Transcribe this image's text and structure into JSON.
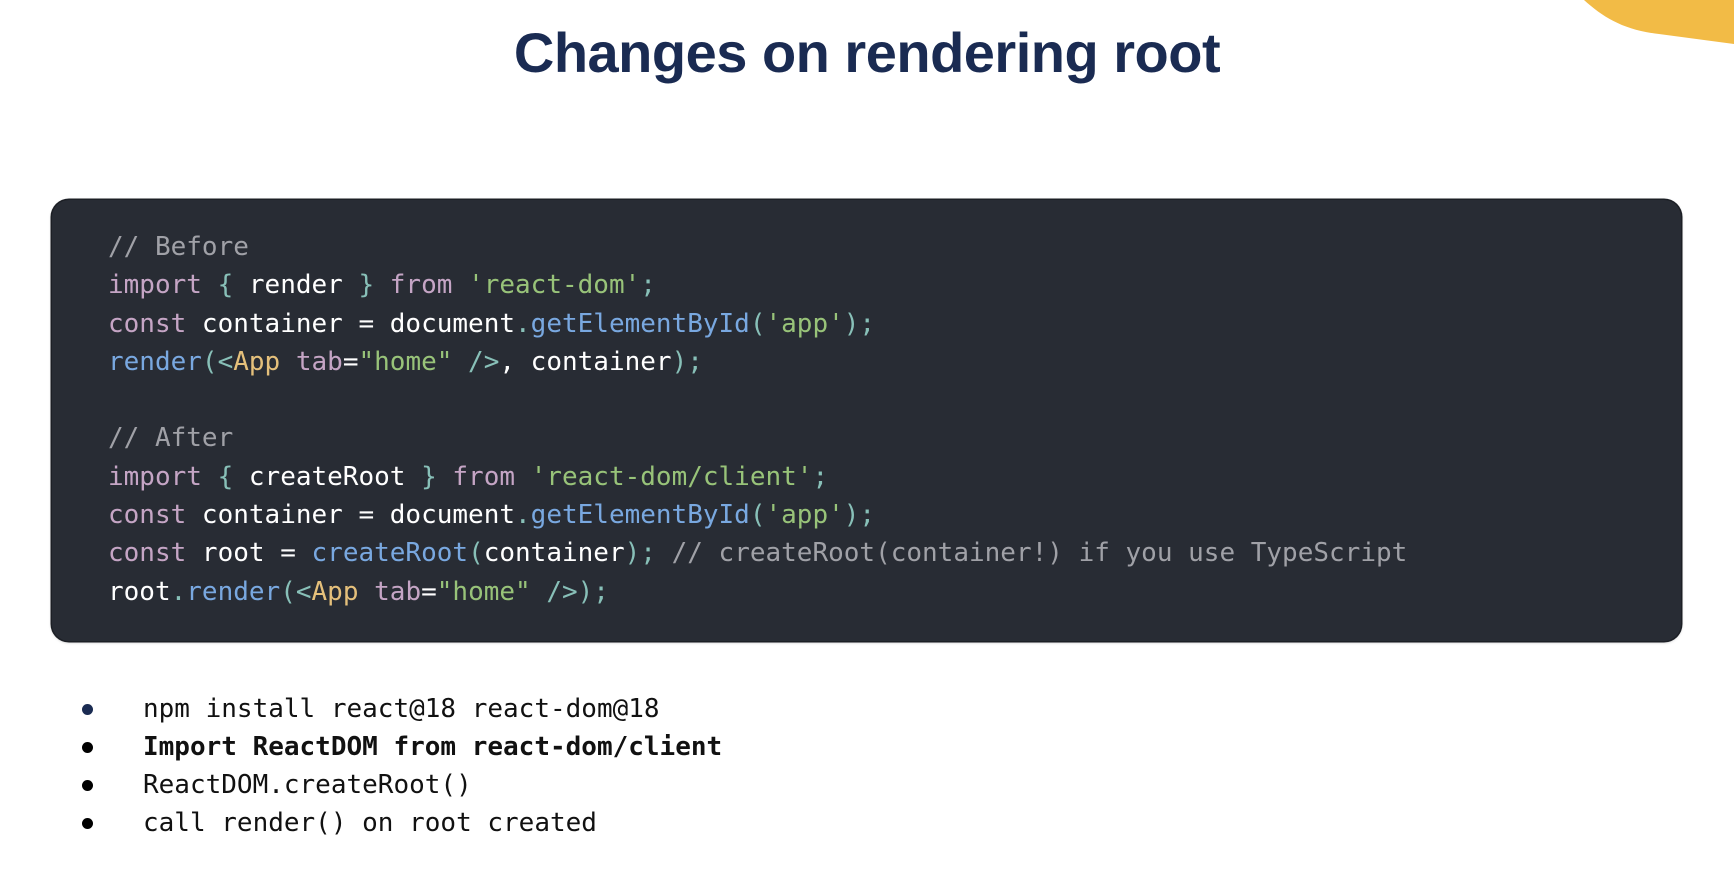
{
  "slide": {
    "title": "Changes on rendering root",
    "accent_color": "#f2bb46",
    "title_color": "#1a2b52"
  },
  "code_block": {
    "background": "#282c34",
    "lines": [
      [
        {
          "t": "// Before",
          "c": "comment"
        }
      ],
      [
        {
          "t": "import",
          "c": "kw"
        },
        {
          "t": " { ",
          "c": "punc"
        },
        {
          "t": "render",
          "c": "plain"
        },
        {
          "t": " } ",
          "c": "punc"
        },
        {
          "t": "from",
          "c": "kw"
        },
        {
          "t": " ",
          "c": "plain"
        },
        {
          "t": "'react-dom'",
          "c": "str"
        },
        {
          "t": ";",
          "c": "punc"
        }
      ],
      [
        {
          "t": "const",
          "c": "kw"
        },
        {
          "t": " container = document",
          "c": "plain"
        },
        {
          "t": ".",
          "c": "punc"
        },
        {
          "t": "getElementById",
          "c": "fn"
        },
        {
          "t": "(",
          "c": "punc"
        },
        {
          "t": "'app'",
          "c": "str"
        },
        {
          "t": ");",
          "c": "punc"
        }
      ],
      [
        {
          "t": "render",
          "c": "fn"
        },
        {
          "t": "(<",
          "c": "punc"
        },
        {
          "t": "App",
          "c": "tag"
        },
        {
          "t": " tab",
          "c": "attr"
        },
        {
          "t": "=",
          "c": "plain"
        },
        {
          "t": "\"home\"",
          "c": "str"
        },
        {
          "t": " />",
          "c": "punc"
        },
        {
          "t": ", container",
          "c": "plain"
        },
        {
          "t": ");",
          "c": "punc"
        }
      ],
      [],
      [
        {
          "t": "// After",
          "c": "comment"
        }
      ],
      [
        {
          "t": "import",
          "c": "kw"
        },
        {
          "t": " { ",
          "c": "punc"
        },
        {
          "t": "createRoot",
          "c": "plain"
        },
        {
          "t": " } ",
          "c": "punc"
        },
        {
          "t": "from",
          "c": "kw"
        },
        {
          "t": " ",
          "c": "plain"
        },
        {
          "t": "'react-dom/client'",
          "c": "str"
        },
        {
          "t": ";",
          "c": "punc"
        }
      ],
      [
        {
          "t": "const",
          "c": "kw"
        },
        {
          "t": " container = document",
          "c": "plain"
        },
        {
          "t": ".",
          "c": "punc"
        },
        {
          "t": "getElementById",
          "c": "fn"
        },
        {
          "t": "(",
          "c": "punc"
        },
        {
          "t": "'app'",
          "c": "str"
        },
        {
          "t": ");",
          "c": "punc"
        }
      ],
      [
        {
          "t": "const",
          "c": "kw"
        },
        {
          "t": " root = ",
          "c": "plain"
        },
        {
          "t": "createRoot",
          "c": "fn"
        },
        {
          "t": "(",
          "c": "punc"
        },
        {
          "t": "container",
          "c": "plain"
        },
        {
          "t": "); ",
          "c": "punc"
        },
        {
          "t": "// createRoot(container!) if you use TypeScript",
          "c": "comment"
        }
      ],
      [
        {
          "t": "root",
          "c": "plain"
        },
        {
          "t": ".",
          "c": "punc"
        },
        {
          "t": "render",
          "c": "fn"
        },
        {
          "t": "(<",
          "c": "punc"
        },
        {
          "t": "App",
          "c": "tag"
        },
        {
          "t": " tab",
          "c": "attr"
        },
        {
          "t": "=",
          "c": "plain"
        },
        {
          "t": "\"home\"",
          "c": "str"
        },
        {
          "t": " />",
          "c": "punc"
        },
        {
          "t": ");",
          "c": "punc"
        }
      ]
    ]
  },
  "bullets": {
    "items": [
      {
        "text": "npm install react@18 react-dom@18",
        "bullet_color": "#1a2b52",
        "bold": false
      },
      {
        "text": "Import ReactDOM from react-dom/client",
        "bullet_color": "#000000",
        "bold": true
      },
      {
        "text": "ReactDOM.createRoot()",
        "bullet_color": "#000000",
        "bold": false
      },
      {
        "text": "call render() on root created",
        "bullet_color": "#000000",
        "bold": false
      }
    ]
  }
}
